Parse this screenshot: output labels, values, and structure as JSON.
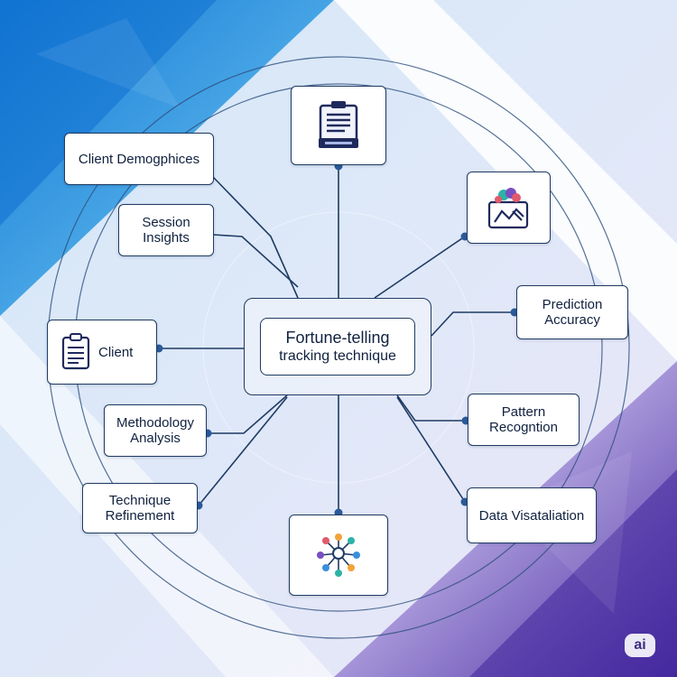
{
  "center": {
    "line1": "Fortune-telling",
    "line2": "tracking technique"
  },
  "nodes": {
    "client_demographics": "Client Demogphices",
    "session_insights": "Session\nInsights",
    "client": "Client",
    "methodology_analysis": "Methodology\nAnalysis",
    "technique_refinement": "Technique\nRefinement",
    "prediction_accuracy": "Prediction\nAccuracy",
    "pattern_recognition": "Pattern\nRecogntion",
    "data_visualization": "Data Visataliation"
  },
  "icons": {
    "top": "document-printer-icon",
    "top_right": "chart-image-icon",
    "bottom": "network-graph-icon",
    "client": "clipboard-icon"
  },
  "badge": "ai",
  "colors": {
    "line": "#1f3b63",
    "dot": "#2a5a9a",
    "bg_blue": "#1e88d8",
    "bg_purple": "#5b3fae"
  }
}
